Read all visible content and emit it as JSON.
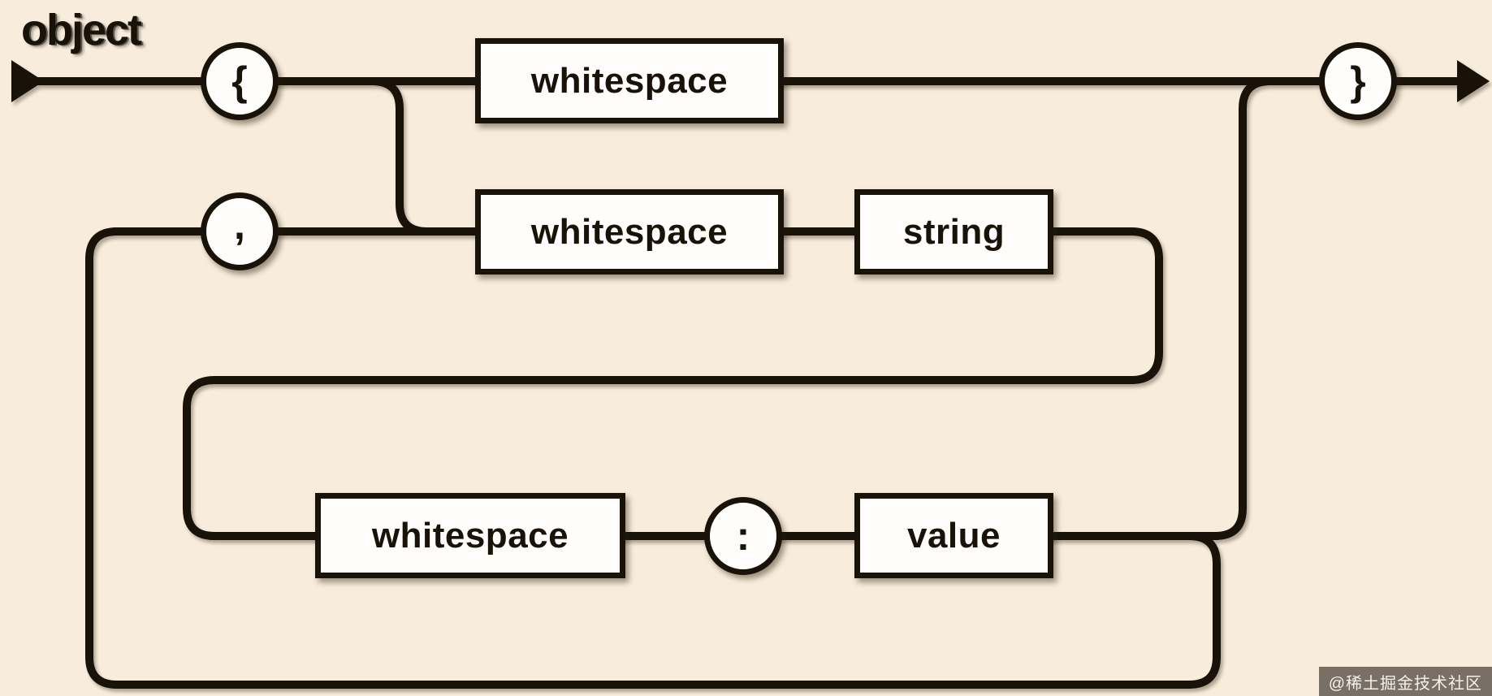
{
  "colors": {
    "bg": "#f8eddd",
    "line": "#181208",
    "box-fill": "#fffefc",
    "text": "#181208",
    "watermark-bg": "rgba(70,62,54,0.72)",
    "watermark-text": "#f5f2ee"
  },
  "diagram": {
    "title": "object",
    "nodes": {
      "open_brace": "{",
      "whitespace_top": "whitespace",
      "close_brace": "}",
      "comma": ",",
      "whitespace_member": "whitespace",
      "string": "string",
      "whitespace_value": "whitespace",
      "colon": ":",
      "value": "value"
    }
  },
  "watermark": "@稀土掘金技术社区"
}
